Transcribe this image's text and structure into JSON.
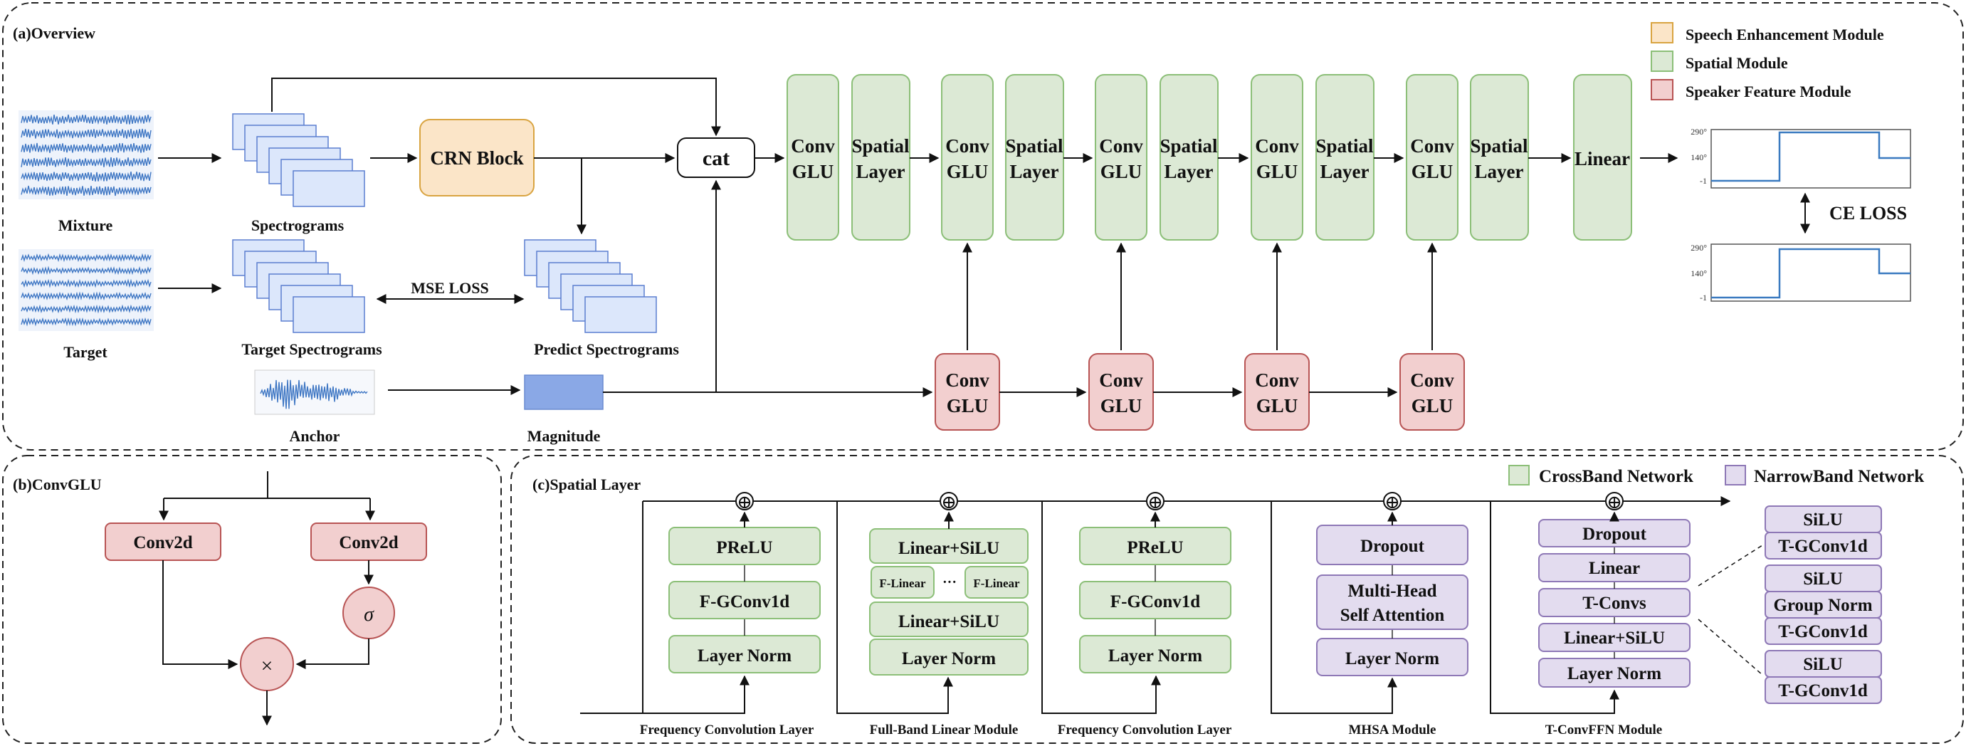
{
  "panels": {
    "overview_title": "(a)Overview",
    "convglu_title": "(b)ConvGLU",
    "spatial_title": "(c)Spatial Layer"
  },
  "legend": {
    "speech": "Speech Enhancement Module",
    "spatial": "Spatial Module",
    "speaker": "Speaker Feature Module",
    "crossband": "CrossBand Network",
    "narrowband": "NarrowBand Network",
    "colors": {
      "speech": "#fbe5c8",
      "spatial": "#dce9d5",
      "speaker": "#f2cfcf",
      "narrowband": "#e3dcef"
    }
  },
  "overview": {
    "mixture": "Mixture",
    "spectrograms": "Spectrograms",
    "target": "Target",
    "target_spectrograms": "Target Spectrograms",
    "predict_spectrograms": "Predict Spectrograms",
    "anchor": "Anchor",
    "magnitude": "Magnitude",
    "crn_block": "CRN Block",
    "cat": "cat",
    "mse_loss": "MSE LOSS",
    "ce_loss": "CE LOSS",
    "conv": "Conv",
    "glu": "GLU",
    "spatial": "Spatial",
    "layer": "Layer",
    "linear": "Linear",
    "plot_ticks": [
      "290°",
      "140°",
      "-1"
    ]
  },
  "convglu": {
    "conv2d": "Conv2d",
    "sigma": "σ",
    "times": "×"
  },
  "spatial_layer": {
    "prelu": "PReLU",
    "f_gconv1d": "F-GConv1d",
    "layer_norm": "Layer Norm",
    "linear_silu": "Linear+SiLU",
    "f_linear": "F-Linear",
    "ellipsis": "···",
    "dropout": "Dropout",
    "mhsa_line1": "Multi-Head",
    "mhsa_line2": "Self Attention",
    "linear": "Linear",
    "t_convs": "T-Convs",
    "silu": "SiLU",
    "t_gconv1d": "T-GConv1d",
    "group_norm": "Group Norm",
    "oplus": "⊕",
    "modules": [
      "Frequency Convolution Layer",
      "Full-Band Linear Module",
      "Frequency Convolution Layer",
      "MHSA Module",
      "T-ConvFFN Module"
    ]
  }
}
